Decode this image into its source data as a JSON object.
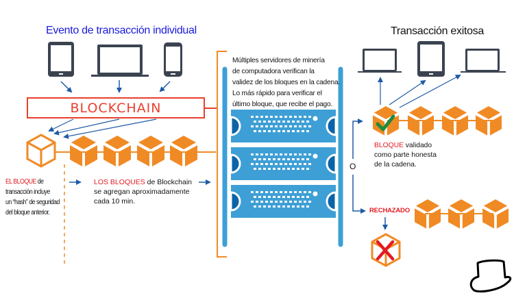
{
  "titles": {
    "left": "Evento de transacción individual",
    "right": "Transacción exitosa"
  },
  "blockchain_box": {
    "label": "BLOCKCHAIN"
  },
  "notes": {
    "left": {
      "highlight": "EL BLOQUE",
      "line1_rest": " de",
      "line2": "transacción incluye",
      "line3": "un “hash” de seguridad",
      "line4": "del bloque anterior."
    },
    "middle": {
      "highlight": "LOS BLOQUES",
      "line1_rest": " de Blockchain",
      "line2": "se agregan aproximadamente",
      "line3": "cada 10 min."
    },
    "servers": {
      "line1": "Múltiples servidores de minería",
      "line2": "de computadora verifican la",
      "line3": "validez de los bloques en la cadena.",
      "line4": "Lo más rápido para verificar el",
      "line5": "último bloque, que recibe el pago."
    },
    "validated": {
      "highlight": "BLOQUE",
      "line1_rest": " validado",
      "line2": "como parte honesta",
      "line3": "de la cadena."
    },
    "or": "O",
    "rejected": "RECHAZADO"
  },
  "icons": {
    "input_devices": [
      "tablet-icon",
      "laptop-icon",
      "smartphone-icon"
    ],
    "output_devices": [
      "laptop-icon",
      "tablet-icon",
      "laptop-icon"
    ],
    "server_rack": "server-rack-icon",
    "check": "checkmark-icon",
    "cross": "x-mark-icon",
    "logo": "top-hat-icon"
  },
  "colors": {
    "orange": "#f08a24",
    "red": "#e8402c",
    "blue_arrow": "#1f5aa6",
    "server_blue": "#3e9fd6",
    "server_dark": "#0b63a8",
    "device_gray": "#3b4350",
    "green_check": "#1e8a3c"
  }
}
